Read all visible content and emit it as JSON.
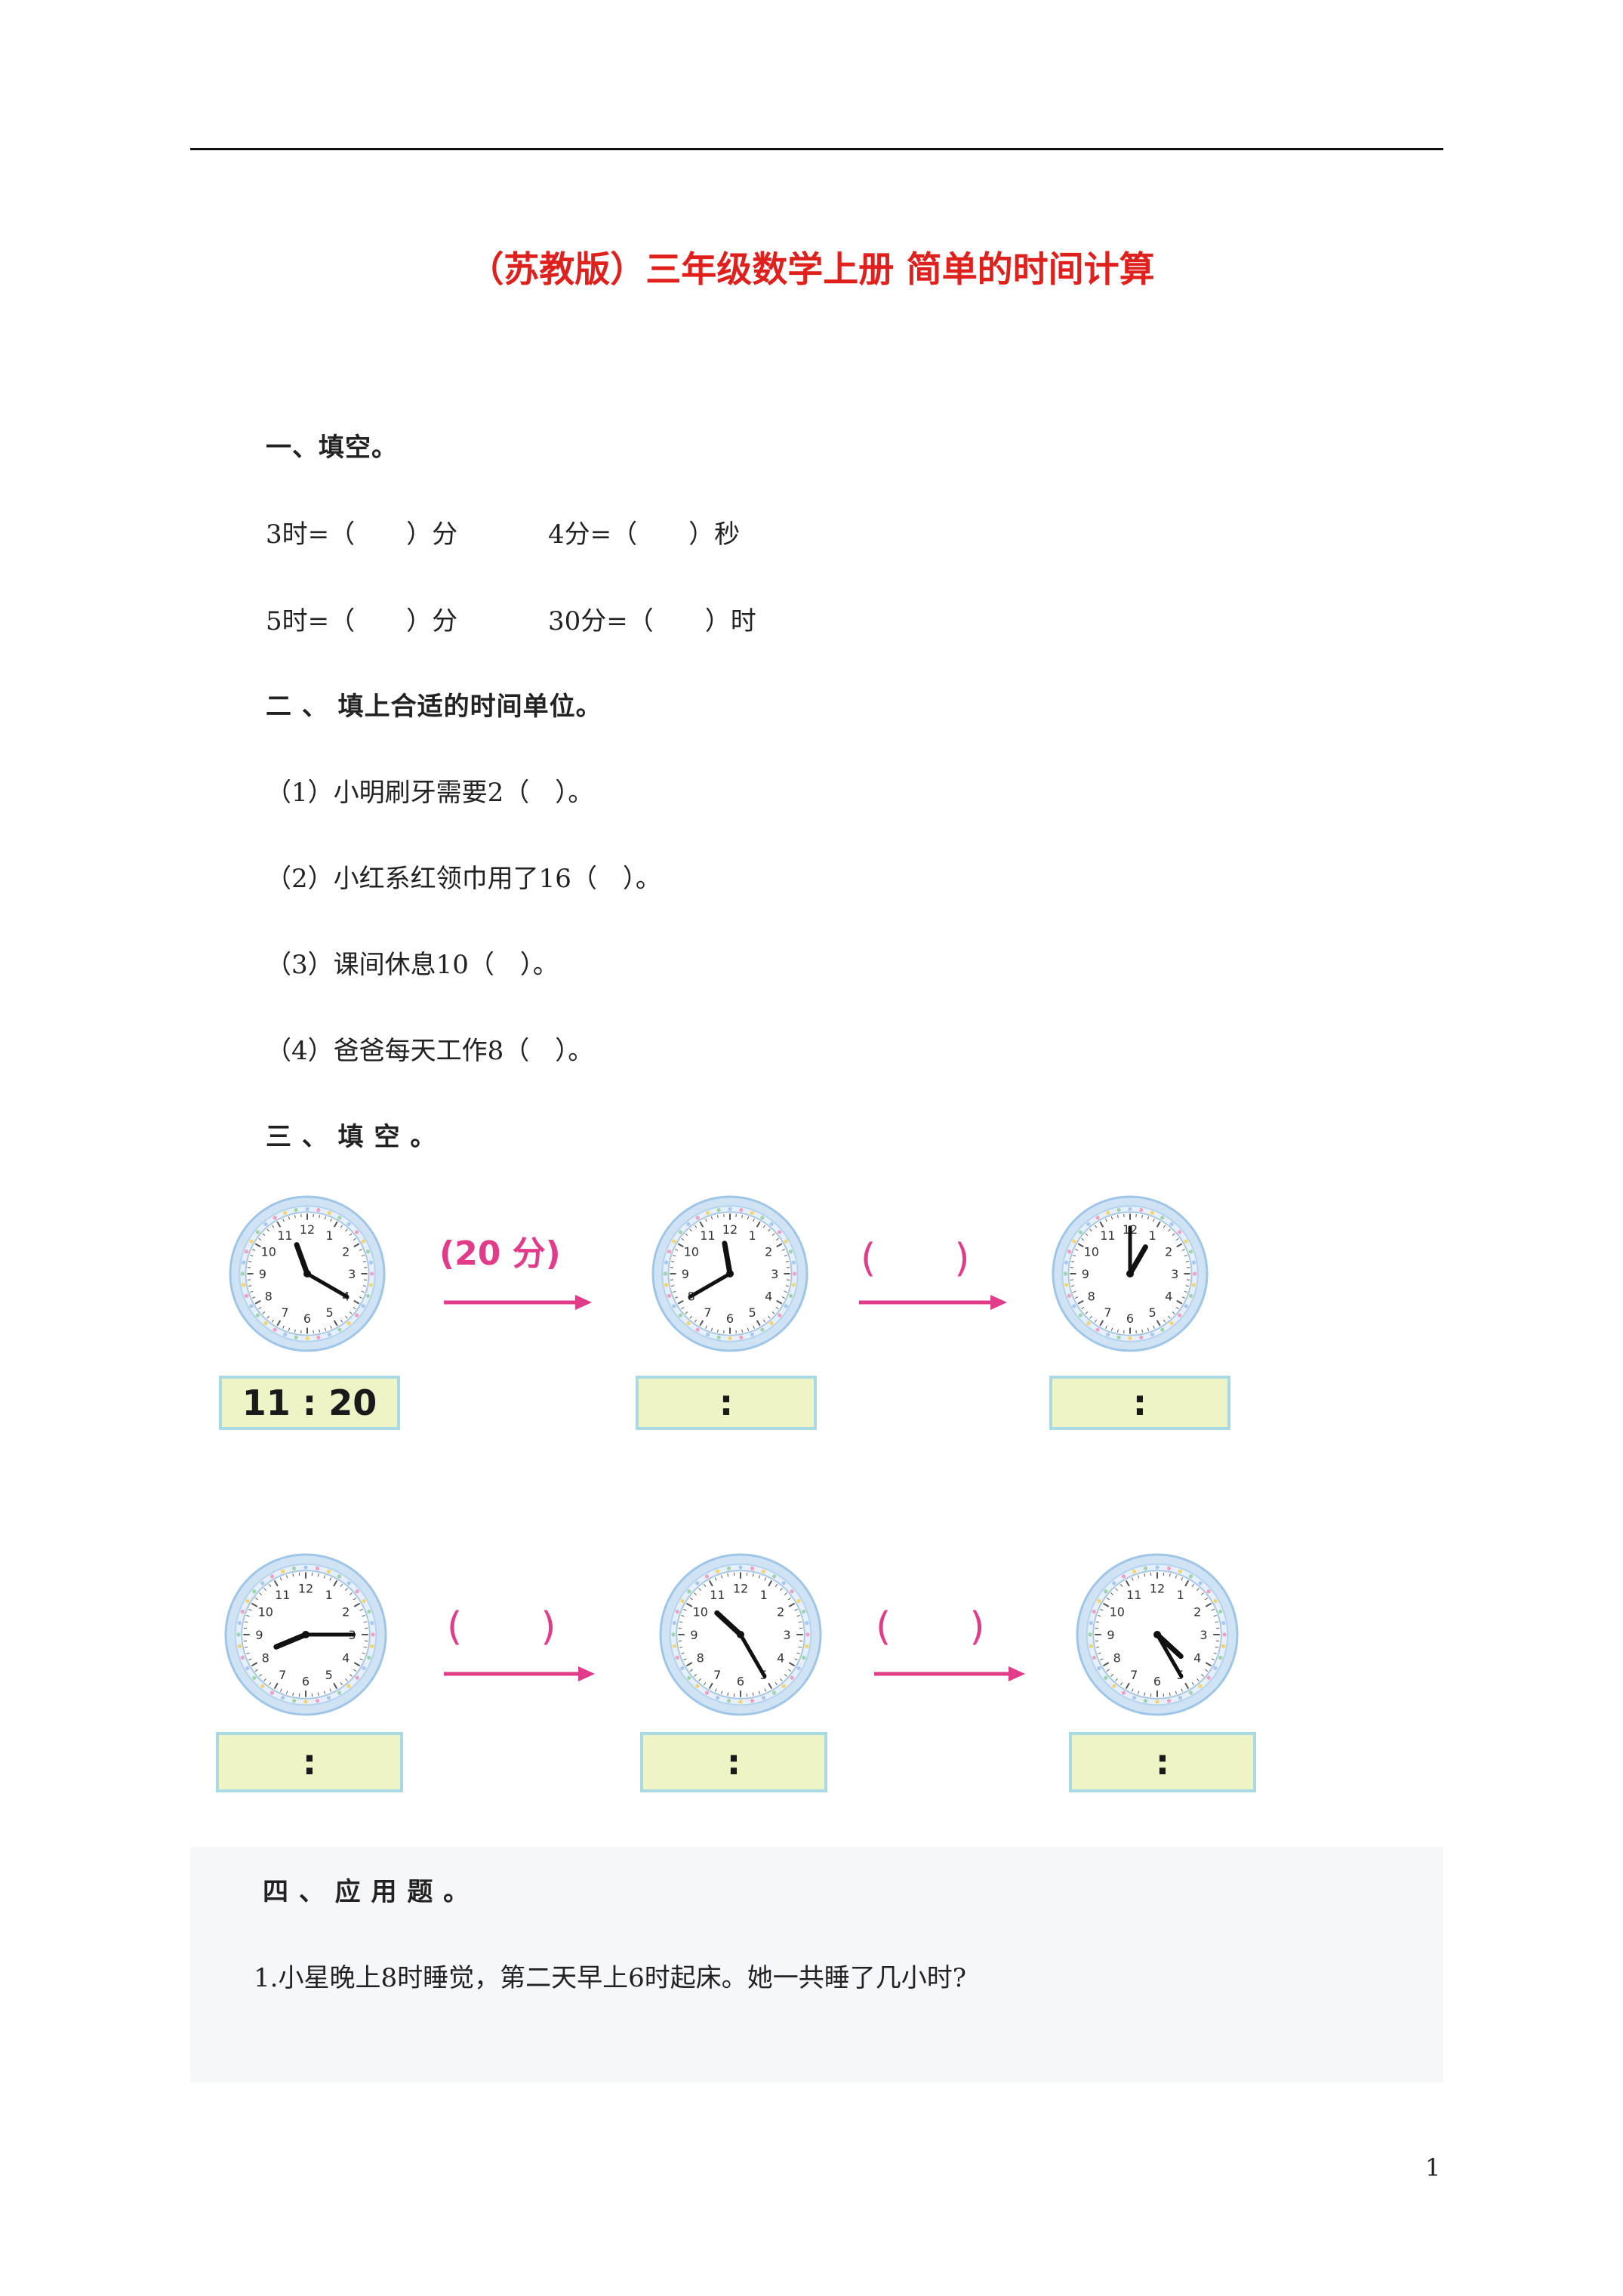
{
  "title": "（苏教版）三年级数学上册 简单的时间计算",
  "section1": {
    "heading": "一、填空。",
    "rows": [
      [
        "3时=（　　）分",
        "4分=（　　）秒"
      ],
      [
        "5时=（　　）分",
        "30分=（　　）时"
      ]
    ]
  },
  "section2": {
    "heading": "二 、 填上合适的时间单位。",
    "items": [
      "（1）小明刷牙需要2（　）。",
      "（2）小红系红领巾用了16（　）。",
      "（3）课间休息10（　）。",
      "（4）爸爸每天工作8（　）。"
    ]
  },
  "section3": {
    "heading": "三 、 填 空 。",
    "row1": {
      "labels": [
        "(20 分)",
        "(　　)"
      ],
      "boxes": [
        "11 : 20",
        ":",
        ":"
      ]
    },
    "row2": {
      "labels": [
        "(　　)",
        "(　　)"
      ],
      "boxes": [
        ":",
        ":",
        ":"
      ]
    },
    "clock_numbers": [
      "12",
      "1",
      "2",
      "3",
      "4",
      "5",
      "6",
      "7",
      "8",
      "9",
      "10",
      "11"
    ]
  },
  "section4": {
    "heading": "四 、 应 用 题 。",
    "q1": "1.小星晚上8时睡觉，第二天早上6时起床。她一共睡了几小时?"
  },
  "page_number": "1",
  "colors": {
    "title": "#e0201c",
    "pink": "#e23b8a",
    "clock_rim": "#9fc6e6",
    "box_fill": "#eef4c6",
    "box_border": "#a9d9e3"
  }
}
